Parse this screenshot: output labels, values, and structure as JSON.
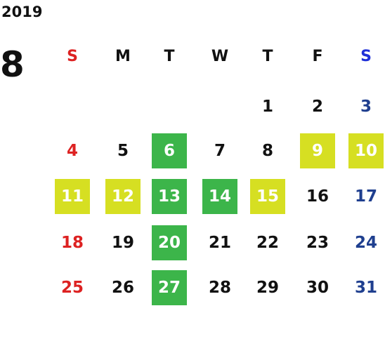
{
  "calendar": {
    "year": "2019",
    "month": "8",
    "colors": {
      "sunday": "#dd2222",
      "saturday": "#1f3f8f",
      "saturday_header": "#1f30d8",
      "default": "#111111",
      "highlight_yellow": "#d6df22",
      "highlight_green": "#3cb54a",
      "highlight_text": "#ffffff"
    },
    "weekdays": [
      "S",
      "M",
      "T",
      "W",
      "T",
      "F",
      "S"
    ],
    "weeks": [
      [
        null,
        null,
        null,
        null,
        {
          "day": "1"
        },
        {
          "day": "2"
        },
        {
          "day": "3"
        }
      ],
      [
        {
          "day": "4"
        },
        {
          "day": "5"
        },
        {
          "day": "6",
          "highlight": "green"
        },
        {
          "day": "7"
        },
        {
          "day": "8"
        },
        {
          "day": "9",
          "highlight": "yellow"
        },
        {
          "day": "10",
          "highlight": "yellow"
        }
      ],
      [
        {
          "day": "11",
          "highlight": "yellow"
        },
        {
          "day": "12",
          "highlight": "yellow"
        },
        {
          "day": "13",
          "highlight": "green"
        },
        {
          "day": "14",
          "highlight": "green"
        },
        {
          "day": "15",
          "highlight": "yellow"
        },
        {
          "day": "16"
        },
        {
          "day": "17"
        }
      ],
      [
        {
          "day": "18"
        },
        {
          "day": "19"
        },
        {
          "day": "20",
          "highlight": "green"
        },
        {
          "day": "21"
        },
        {
          "day": "22"
        },
        {
          "day": "23"
        },
        {
          "day": "24"
        }
      ],
      [
        {
          "day": "25"
        },
        {
          "day": "26"
        },
        {
          "day": "27",
          "highlight": "green"
        },
        {
          "day": "28"
        },
        {
          "day": "29"
        },
        {
          "day": "30"
        },
        {
          "day": "31"
        }
      ]
    ]
  }
}
